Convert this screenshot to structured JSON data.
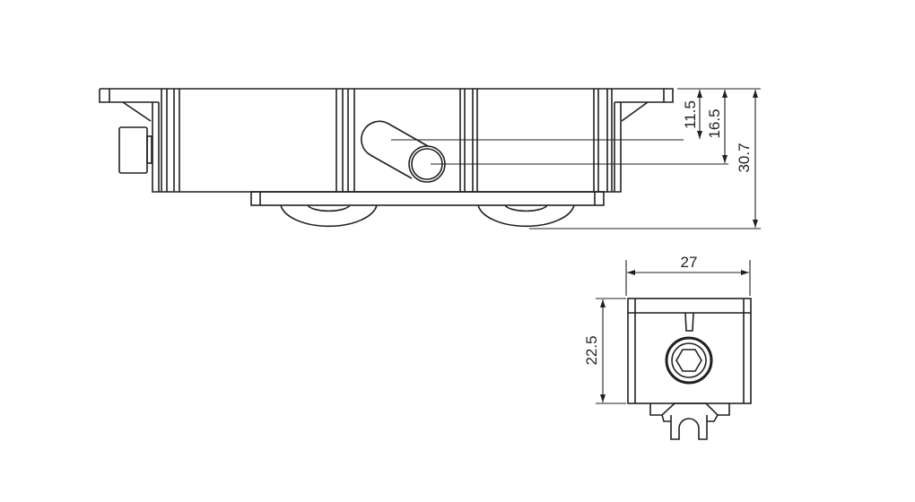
{
  "side_view": {
    "dimensions": {
      "pin_upper": "11.5",
      "pin_lower": "16.5",
      "overall_height": "30.7"
    }
  },
  "end_view": {
    "dimensions": {
      "width": "27",
      "height": "22.5"
    }
  }
}
